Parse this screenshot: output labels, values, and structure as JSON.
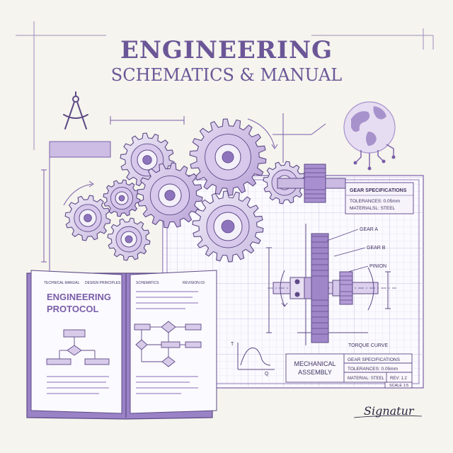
{
  "header": {
    "title": "ENGINEERING",
    "subtitle": "SCHEMATICS & MANUAL"
  },
  "book": {
    "left_top_labels": [
      "TECHNICAL MANUAL",
      "DESIGN PRINCIPLES"
    ],
    "right_top_labels": [
      "SCHEMATICS",
      "REVISION 03"
    ],
    "protocol_line1": "ENGINEERING",
    "protocol_line2": "PROTOCOL"
  },
  "blueprint": {
    "spec_box_title": "GEAR SPECIFICATIONS",
    "spec_box_line1": "TOLERANCES: 0.05mm",
    "spec_box_line2": "MATERIALSL: STEEL",
    "callout_gear_a": "GEAR A",
    "callout_gear_b": "GEAR B",
    "callout_pinion": "PINION",
    "torque_label": "TORQUE CURVE",
    "axis_t": "T",
    "axis_q": "Q"
  },
  "title_block": {
    "name_line1": "MECHANICAL",
    "name_line2": "ASSEMBLY",
    "spec_title": "GEAR SPECIFICATIONS",
    "tolerances": "TOLERANCES: 0.05mm",
    "material": "MATERIAL: STEEL",
    "rev": "REV: 1.2",
    "scale": "SCALE 1:5"
  },
  "signature": "Signatur",
  "colors": {
    "background": "#f5f4ee",
    "ink": "#5d4a86",
    "lavender": "#c9b7e2",
    "lavender_light": "#e2d8ef",
    "lavender_dark": "#7a5ea8",
    "paper": "#faf9fd",
    "grid": "#d8d2e6"
  },
  "icons": [
    "compass-icon",
    "globe-circuit-icon",
    "gear-icon"
  ]
}
